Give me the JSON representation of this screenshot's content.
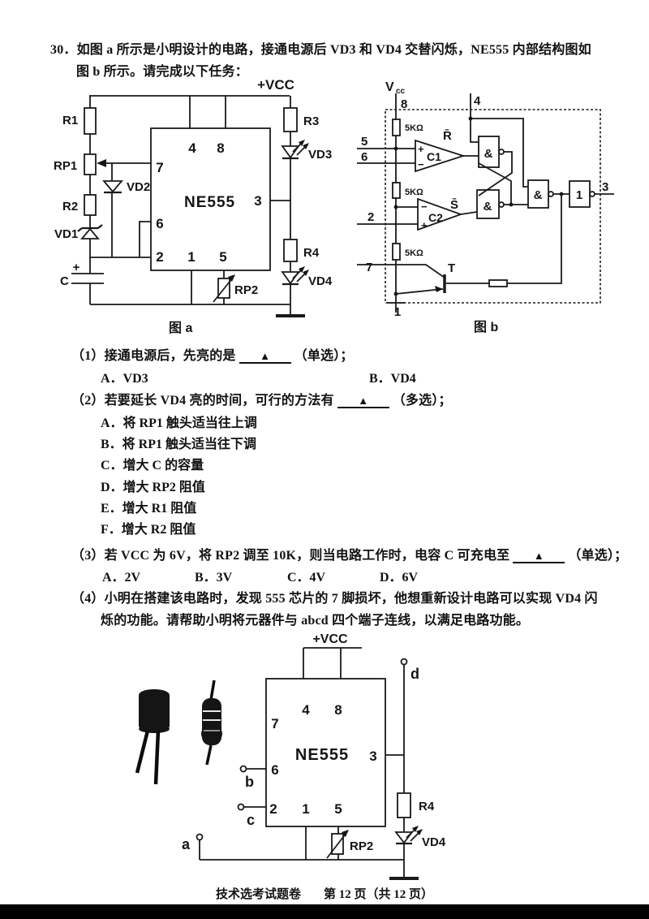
{
  "header": {
    "number": "30．",
    "line1": "如图 a 所示是小明设计的电路，接通电源后 VD3 和 VD4 交替闪烁，NE555 内部结构图如",
    "line2": "图 b 所示。请完成以下任务："
  },
  "q1": {
    "label": "（1）",
    "before": "接通电源后，先亮的是",
    "blank": "▲",
    "after": "（单选）；",
    "optA": "A．VD3",
    "optB": "B．VD4"
  },
  "q2": {
    "label": "（2）",
    "before": "若要延长 VD4 亮的时间，可行的方法有",
    "blank": "▲",
    "after": "（多选）；",
    "options": [
      "A．将 RP1 触头适当往上调",
      "B．将 RP1 触头适当往下调",
      "C．增大 C 的容量",
      "D．增大 RP2 阻值",
      "E．增大 R1 阻值",
      "F．增大 R2 阻值"
    ]
  },
  "q3": {
    "label": "（3）",
    "before": "若 VCC 为 6V，将 RP2 调至 10K，则当电路工作时，电容 C 可充电至",
    "blank": "▲",
    "after": "（单选）；",
    "options": [
      "A．2V",
      "B．3V",
      "C．4V",
      "D．6V"
    ]
  },
  "q4": {
    "label": "（4）",
    "line1": "小明在搭建该电路时，发现 555 芯片的 7 脚损坏，他想重新设计电路可以实现 VD4 闪",
    "line2": "烁的功能。请帮助小明将元器件与 abcd 四个端子连线，以满足电路功能。"
  },
  "figure_a": {
    "caption": "图 a",
    "vcc": "+VCC",
    "chip": "NE555",
    "r1": "R1",
    "rp1": "RP1",
    "r2": "R2",
    "vd1": "VD1",
    "vd2": "VD2",
    "cap": "C",
    "cap_plus": "+",
    "r3": "R3",
    "vd3": "VD3",
    "r4": "R4",
    "vd4": "VD4",
    "rp2": "RP2",
    "pins": {
      "p1": "1",
      "p2": "2",
      "p3": "3",
      "p4": "4",
      "p5": "5",
      "p6": "6",
      "p7": "7",
      "p8": "8"
    }
  },
  "figure_b": {
    "caption": "图 b",
    "vcc_main": "V",
    "vcc_sub": "cc",
    "res": "5KΩ",
    "comp1": "C1",
    "comp2": "C2",
    "r_bar": "R̄",
    "s_bar": "S̄",
    "nand": "&",
    "buffer": "1",
    "transistor": "T",
    "plus": "+",
    "minus": "−",
    "pins": {
      "p1": "1",
      "p2": "2",
      "p3": "3",
      "p4": "4",
      "p5": "5",
      "p6": "6",
      "p7": "7",
      "p8": "8"
    }
  },
  "figure_c": {
    "vcc": "+VCC",
    "chip": "NE555",
    "r4": "R4",
    "vd4": "VD4",
    "rp2": "RP2",
    "terminals": {
      "a": "a",
      "b": "b",
      "c": "c",
      "d": "d"
    },
    "pins": {
      "p1": "1",
      "p2": "2",
      "p3": "3",
      "p4": "4",
      "p5": "5",
      "p6": "6",
      "p7": "7",
      "p8": "8"
    }
  },
  "footer": {
    "left": "技术选考试题卷",
    "right": "第 12 页（共 12 页）"
  }
}
